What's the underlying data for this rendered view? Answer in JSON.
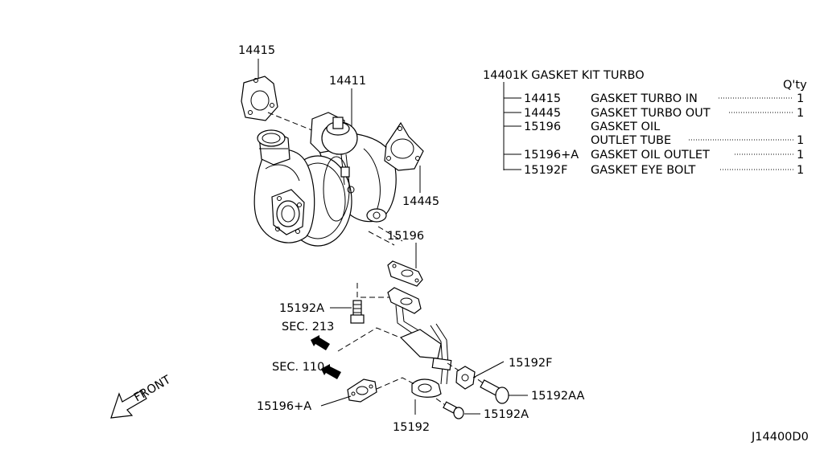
{
  "callouts": {
    "p14415": "14415",
    "p14411": "14411",
    "p14445": "14445",
    "p15196": "15196",
    "p15192A_top": "15192A",
    "sec213": "SEC. 213",
    "sec110": "SEC. 110",
    "p15196A": "15196+A",
    "p15192": "15192",
    "p15192A_bottom": "15192A",
    "p15192F": "15192F",
    "p15192AA": "15192AA",
    "front": "FRONT"
  },
  "kit": {
    "title": "14401K GASKET KIT TURBO",
    "qty_header": "Q'ty",
    "items": [
      {
        "part": "14415",
        "name": "GASKET TURBO IN",
        "name2": "",
        "qty": "1"
      },
      {
        "part": "14445",
        "name": "GASKET TURBO OUT",
        "name2": "",
        "qty": "1"
      },
      {
        "part": "15196",
        "name": "GASKET OIL",
        "name2": "OUTLET TUBE",
        "qty": "1"
      },
      {
        "part": "15196+A",
        "name": "GASKET OIL OUTLET",
        "name2": "",
        "qty": "1"
      },
      {
        "part": "15192F",
        "name": "GASKET EYE BOLT",
        "name2": "",
        "qty": "1"
      }
    ]
  },
  "diagram_id": "J14400D0",
  "icons": {
    "arrow": "solid-arrow-icon",
    "front_arrow": "outline-arrow-icon"
  }
}
